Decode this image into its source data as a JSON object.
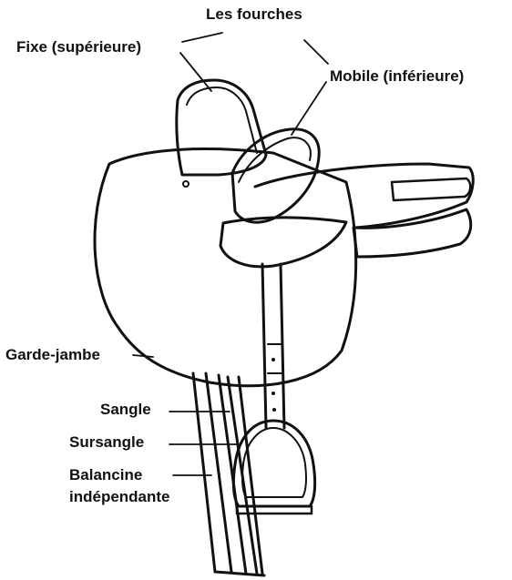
{
  "labels": {
    "les_fourches": "Les fourches",
    "fixe": "Fixe (supérieure)",
    "mobile": "Mobile (inférieure)",
    "garde_jambe": "Garde-jambe",
    "sangle": "Sangle",
    "sursangle": "Sursangle",
    "balancine_1": "Balancine",
    "balancine_2": "indépendante"
  },
  "colors": {
    "ink": "#111111",
    "background": "#ffffff"
  }
}
